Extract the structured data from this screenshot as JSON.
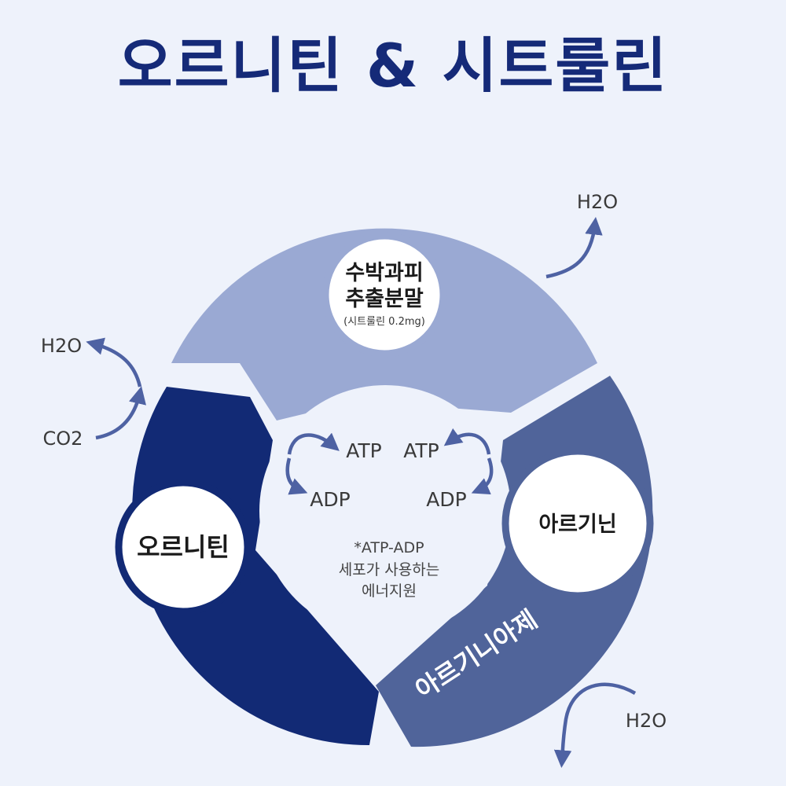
{
  "title": "오르니틴 & 시트룰린",
  "nodes": {
    "citrulline": {
      "line1": "수박과피",
      "line2": "추출분말",
      "sub": "(시트룰린 0.2mg)"
    },
    "ornithine": {
      "label": "오르니틴"
    },
    "arginine": {
      "label": "아르기닌"
    }
  },
  "band_label": "아르기니아제",
  "molecules": {
    "h2o_top": "H2O",
    "h2o_left": "H2O",
    "co2_left": "CO2",
    "h2o_bottom": "H2O"
  },
  "center": {
    "atp_left": "ATP",
    "atp_right": "ATP",
    "adp_left": "ADP",
    "adp_right": "ADP",
    "note_line1": "*ATP-ADP",
    "note_line2": "세포가 사용하는",
    "note_line3": "에너지원"
  },
  "colors": {
    "title": "#152a78",
    "citrulline_band": "#9aa9d3",
    "arginine_band": "#50649a",
    "ornithine_band": "#122a75",
    "arrow": "#4e62a3",
    "background": "#eef2fb"
  }
}
